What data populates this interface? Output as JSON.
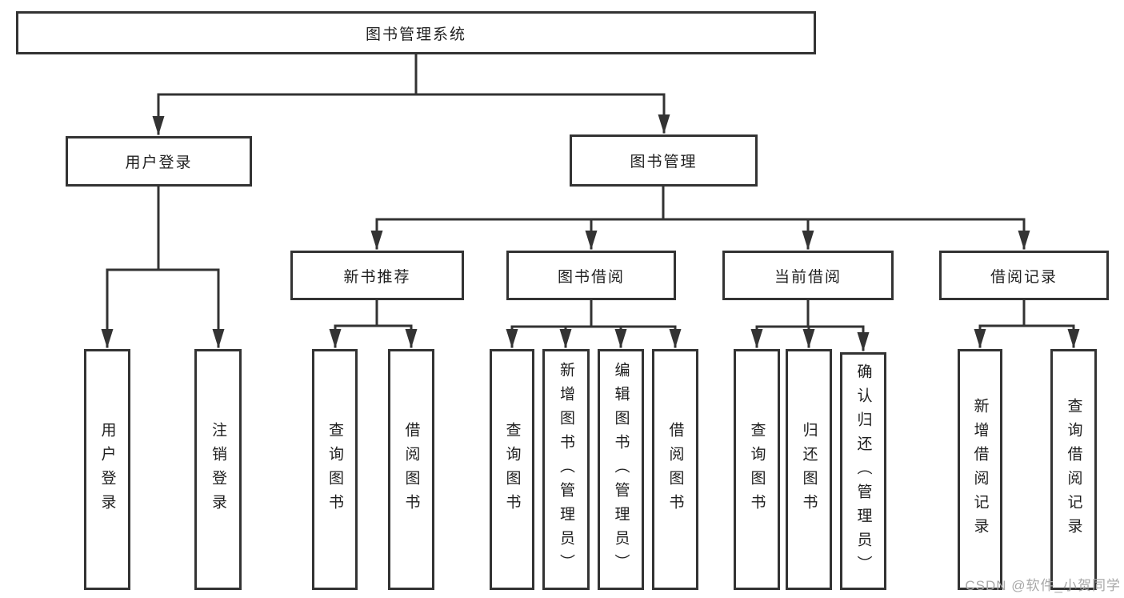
{
  "diagram": {
    "root": {
      "label": "图书管理系统"
    },
    "level2": {
      "user_login_branch": {
        "label": "用户登录"
      },
      "book_mgmt_branch": {
        "label": "图书管理"
      }
    },
    "level3": {
      "new_book_rec": {
        "label": "新书推荐"
      },
      "book_borrow": {
        "label": "图书借阅"
      },
      "current_borrow": {
        "label": "当前借阅"
      },
      "borrow_record": {
        "label": "借阅记录"
      }
    },
    "leaves": {
      "user_login": {
        "label": "用户登录"
      },
      "logout": {
        "label": "注销登录"
      },
      "rec_query_book": {
        "label": "查询图书"
      },
      "rec_borrow_book": {
        "label": "借阅图书"
      },
      "bb_query_book": {
        "label": "查询图书"
      },
      "bb_add_book": {
        "label": "新增图书（管理员）"
      },
      "bb_edit_book": {
        "label": "编辑图书（管理员）"
      },
      "bb_borrow_book": {
        "label": "借阅图书"
      },
      "cb_query_book": {
        "label": "查询图书"
      },
      "cb_return_book": {
        "label": "归还图书"
      },
      "cb_confirm_return": {
        "label": "确认归还（管理员）"
      },
      "br_add_record": {
        "label": "新增借阅记录"
      },
      "br_query_record": {
        "label": "查询借阅记录"
      }
    },
    "watermark": "CSDN @软件_小贺同学",
    "colors": {
      "line": "#333333",
      "text": "#1f1f1f",
      "background": "#ffffff",
      "watermark": "#a8a8a8"
    }
  }
}
